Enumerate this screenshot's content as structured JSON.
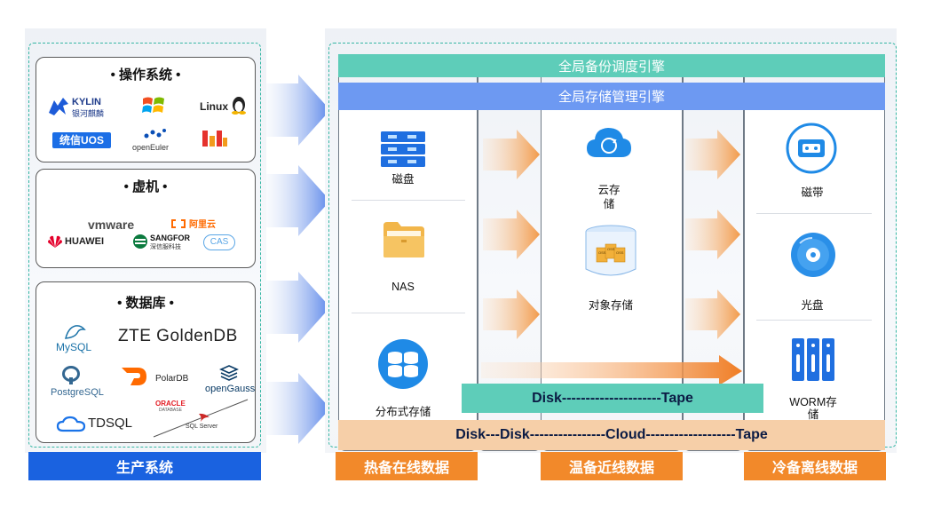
{
  "production": {
    "os_group": {
      "title": "• 操作系统 •",
      "logos": [
        "KYLIN",
        "银河麒麟",
        "Linux",
        "统信UOS",
        "openEuler"
      ]
    },
    "vm_group": {
      "title": "• 虚机 •",
      "logos": [
        "vmware",
        "阿里云",
        "HUAWEI",
        "SANGFOR",
        "深信服科技",
        "CAS"
      ]
    },
    "db_group": {
      "title": "• 数据库 •",
      "logos": [
        "MySQL",
        "ZTE GoldenDB",
        "PostgreSQL",
        "PolarDB",
        "openGauss",
        "TDSQL",
        "ORACLE",
        "DATABASE",
        "SQL Server"
      ]
    },
    "footer": "生产系统"
  },
  "engines": {
    "scheduler": "全局备份调度引擎",
    "storage_manager": "全局存储管理引擎"
  },
  "hot": {
    "items": [
      "磁盘",
      "NAS",
      "分布式存储"
    ],
    "footer": "热备在线数据"
  },
  "warm": {
    "items": [
      "云存\n储",
      "对象存储"
    ],
    "footer": "温备近线数据",
    "oss_label": "OSS"
  },
  "cold": {
    "items": [
      "磁带",
      "光盘",
      "WORM存\n储"
    ],
    "footer": "冷备离线数据"
  },
  "tiers": {
    "disk_tape": "Disk---------------------Tape",
    "disk_disk_cloud_tape": "Disk---Disk----------------Cloud-------------------Tape"
  },
  "colors": {
    "accent_green": "#5ecdb9",
    "accent_blue": "#6d99f2",
    "production_blue": "#1a62e0",
    "footer_orange": "#f2892a",
    "tier_bar_orange": "#f6cfa8",
    "icon_blue": "#1f8ae6"
  }
}
